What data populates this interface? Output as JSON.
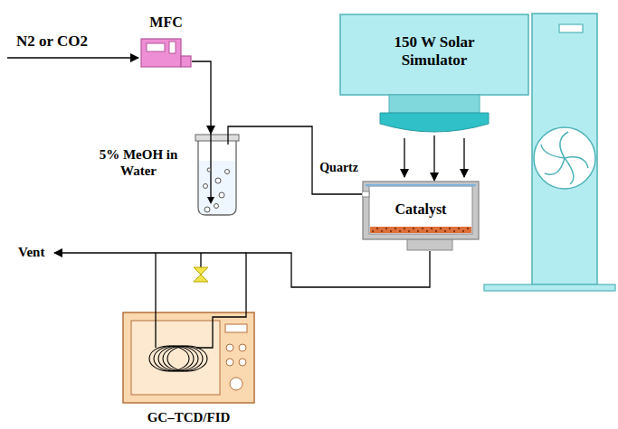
{
  "diagram": {
    "nodes": [
      {
        "text": [
          "MFC"
        ]
      },
      {
        "text": [
          "5% MeOH in Water"
        ]
      },
      {
        "text": [
          "150 W Solar Simulator"
        ]
      },
      {
        "text": [
          "Quartz",
          "Catalyst"
        ]
      },
      {
        "text": [
          "GC–TCD/FID"
        ]
      }
    ],
    "edges": [
      {
        "from": 0,
        "to": 1,
        "arrow": "to"
      },
      {
        "from": 1,
        "to": 3,
        "arrow": "none"
      },
      {
        "from": 2,
        "to": 3,
        "arrow": "to"
      },
      {
        "from": 3,
        "to": 4,
        "arrow": "none"
      }
    ],
    "labels": [
      "N2 or CO2",
      "Vent"
    ]
  }
}
